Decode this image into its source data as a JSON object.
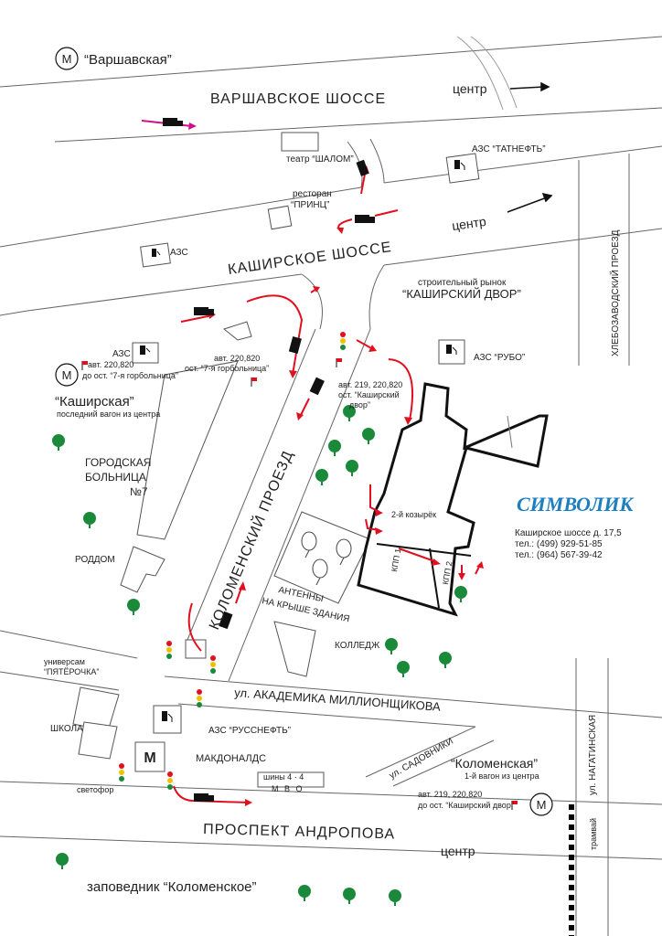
{
  "roads": {
    "varshavskoe": "ВАРШАВСКОЕ ШОССЕ",
    "kashirskoe": "КАШИРСКОЕ ШОССЕ",
    "kolomensky": "КОЛОМЕНСКИЙ ПРОЕЗД",
    "akademika": "ул. АКАДЕМИКА МИЛЛИОНЩИКОВА",
    "andropova": "ПРОСПЕКТ АНДРОПОВА",
    "khlebozavodsky": "ХЛЕБОЗАВОДСКИЙ ПРОЕЗД",
    "sadovniki": "ул. САДОВНИКИ",
    "nagatinskaya": "ул. НАГАТИНСКАЯ",
    "tramvay": "трамвай",
    "centr_1": "центр",
    "centr_2": "центр",
    "centr_3": "центр"
  },
  "metro": {
    "letter": "М",
    "varshavskaya": "“Варшавская”",
    "kashirskaya": "“Каширская”",
    "kashirskaya_note": "последний вагон из центра",
    "kolomenskaya": "“Коломенская”",
    "kolomenskaya_note": "1-й вагон из центра"
  },
  "places": {
    "shalom": "театр “ШАЛОМ”",
    "princ_1": "ресторан",
    "princ_2": "“ПРИНЦ”",
    "azs_left": "АЗС",
    "azs_tatneft": "АЗС “ТАТНЕФТЬ”",
    "rynok_1": "строительный рынок",
    "rynok_2": "“КАШИРСКИЙ ДВОР”",
    "azs_rubo": "АЗС “РУБО”",
    "azs_mid": "АЗС",
    "hospital_1": "ГОРОДСКАЯ",
    "hospital_2": "БОЛЬНИЦА",
    "hospital_3": "№7",
    "roddom": "РОДДОМ",
    "antenny_1": "АНТЕННЫ",
    "antenny_2": "НА КРЫШЕ ЗДАНИЯ",
    "kolledzh": "КОЛЛЕДЖ",
    "univer_1": "универсам",
    "univer_2": "“ПЯТЁРОЧКА”",
    "shkola": "ШКОЛА",
    "azs_russneft": "АЗС “РУССНЕФТЬ”",
    "mcdonalds": "МАКДОНАЛДС",
    "shiny": "шины 4 · 4",
    "mvo": "М В О",
    "svetofor": "светофор",
    "zapovednik": "заповедник “Коломенское”",
    "kozyrek": "2-й козырёк",
    "kpp1": "КПП 1",
    "kpp2": "КПП 2",
    "mcd_logo": "M"
  },
  "bus_stops": {
    "stop1_1": "авт. 220,820",
    "stop1_2": "до ост. “7-я горбольница”",
    "stop2_1": "авт. 220,820",
    "stop2_2": "ост. “7-я горбольница”",
    "stop3_1": "авт. 219, 220,820",
    "stop3_2": "ост. “Каширский",
    "stop3_3": "двор”",
    "stop4_1": "авт. 219, 220,820",
    "stop4_2": "до ост. “Каширский двор”"
  },
  "company": {
    "logo": "СИМВОЛИК",
    "address": "Каширское шоссе д. 17,5",
    "phone1": "тел.: (499) 929-51-85",
    "phone2": "тел.: (964) 567-39-42"
  },
  "colors": {
    "route": "#e01020",
    "route_magenta": "#d0108a",
    "logo": "#1e7fc0",
    "tree": "#1a8a3a"
  }
}
